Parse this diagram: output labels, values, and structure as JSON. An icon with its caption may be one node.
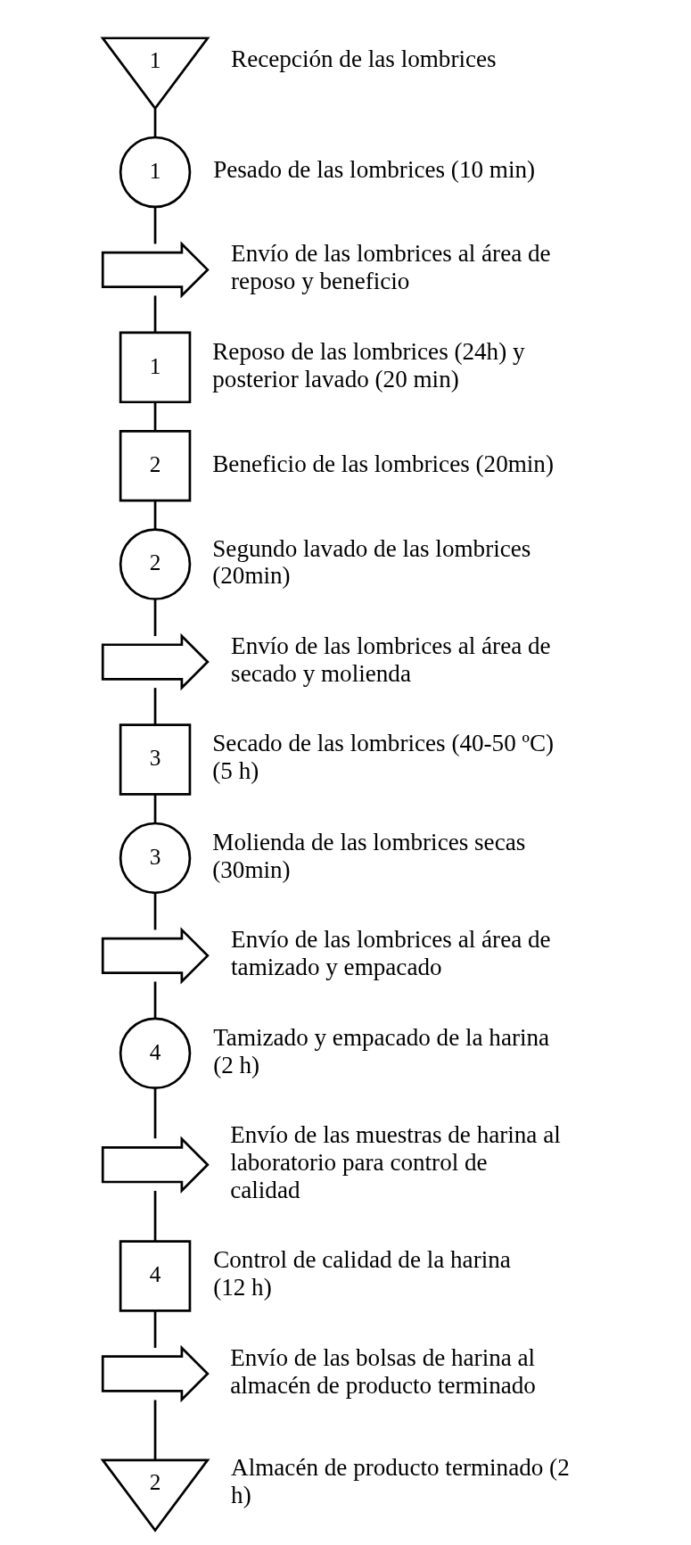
{
  "diagram": {
    "nodes": [
      {
        "text": [
          "1"
        ],
        "beside": [
          "Recepción de las lombrices"
        ]
      },
      {
        "text": [
          "1"
        ],
        "beside": [
          "Pesado de las lombrices (10 min)"
        ]
      },
      {
        "text": [],
        "shape": "arrow",
        "beside": [
          "Envío de las lombrices al área de reposo y beneficio"
        ]
      },
      {
        "text": [
          "1"
        ],
        "beside": [
          "Reposo de las lombrices (24h) y posterior lavado (20 min)"
        ]
      },
      {
        "text": [
          "2"
        ],
        "beside": [
          "Beneficio de las lombrices (20min)"
        ]
      },
      {
        "text": [
          "2"
        ],
        "beside": [
          "Segundo lavado de las lombrices (20min)"
        ]
      },
      {
        "text": [],
        "shape": "arrow",
        "beside": [
          "Envío de las lombrices al área de secado y molienda"
        ]
      },
      {
        "text": [
          "3"
        ],
        "beside": [
          "Secado de las lombrices (40-50 ºC) (5 h)"
        ]
      },
      {
        "text": [
          "3"
        ],
        "beside": [
          "Molienda de las lombrices secas (30min)"
        ]
      },
      {
        "text": [],
        "shape": "arrow",
        "beside": [
          "Envío de las lombrices al área de tamizado y empacado"
        ]
      },
      {
        "text": [
          "4"
        ],
        "beside": [
          "Tamizado y empacado de la harina (2 h)"
        ]
      },
      {
        "text": [],
        "shape": "arrow",
        "beside": [
          "Envío de las muestras de harina al laboratorio para control de calidad"
        ]
      },
      {
        "text": [
          "4"
        ],
        "beside": [
          "Control de calidad de la harina (12 h)"
        ]
      },
      {
        "text": [],
        "shape": "arrow",
        "beside": [
          "Envío de las bolsas de harina al almacén de producto terminado"
        ]
      },
      {
        "text": [
          "2"
        ],
        "beside": [
          "Almacén de producto terminado (2 h)"
        ]
      }
    ],
    "edges": [
      {
        "from": 0,
        "to": 1,
        "arrow": "none"
      },
      {
        "from": 1,
        "to": 2,
        "arrow": "none"
      },
      {
        "from": 2,
        "to": 3,
        "arrow": "none"
      },
      {
        "from": 3,
        "to": 4,
        "arrow": "none"
      },
      {
        "from": 4,
        "to": 5,
        "arrow": "none"
      },
      {
        "from": 5,
        "to": 6,
        "arrow": "none"
      },
      {
        "from": 6,
        "to": 7,
        "arrow": "none"
      },
      {
        "from": 7,
        "to": 8,
        "arrow": "none"
      },
      {
        "from": 8,
        "to": 9,
        "arrow": "none"
      },
      {
        "from": 9,
        "to": 10,
        "arrow": "none"
      },
      {
        "from": 10,
        "to": 11,
        "arrow": "none"
      },
      {
        "from": 11,
        "to": 12,
        "arrow": "none"
      },
      {
        "from": 12,
        "to": 13,
        "arrow": "none"
      },
      {
        "from": 13,
        "to": 14,
        "arrow": "none"
      }
    ]
  }
}
